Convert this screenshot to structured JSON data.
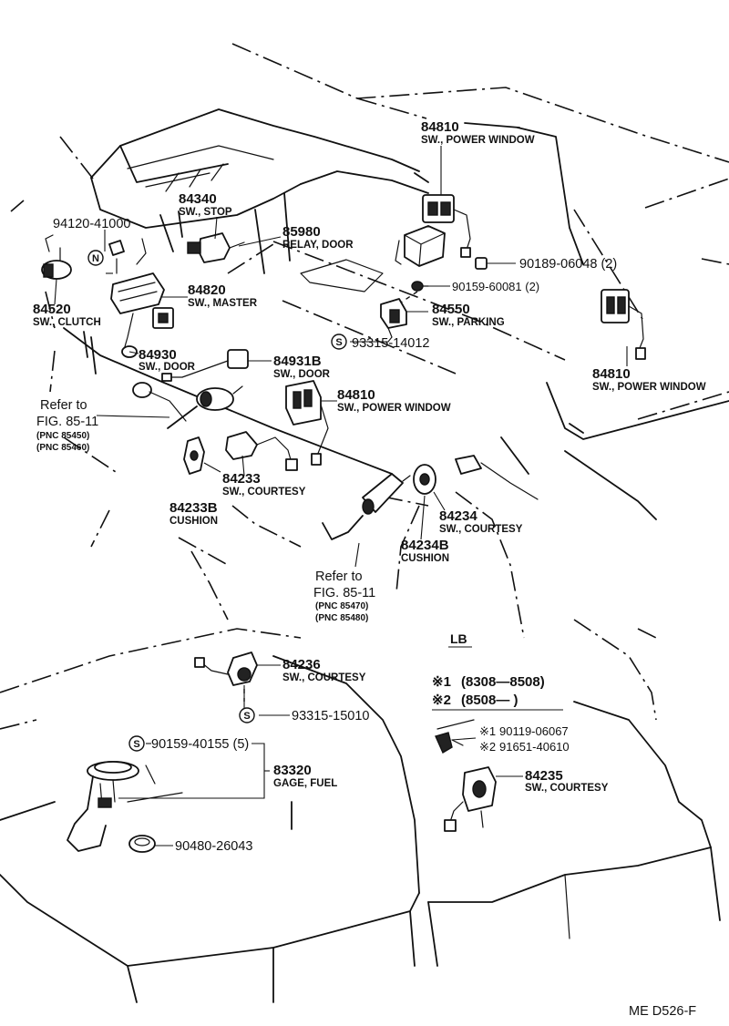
{
  "diagram_code": "ME  D526-F",
  "variant_header": "LB",
  "variants": [
    {
      "mark": "※1",
      "range": "(8308—8508)"
    },
    {
      "mark": "※2",
      "range": "(8508—          )"
    }
  ],
  "marker_s": "S",
  "marker_n": "N",
  "refs": [
    {
      "line1": "Refer to",
      "line2": "FIG. 85-11",
      "pnc1": "(PNC 85450)",
      "pnc2": "(PNC 85460)"
    },
    {
      "line1": "Refer to",
      "line2": "FIG. 85-11",
      "pnc1": "(PNC 85470)",
      "pnc2": "(PNC 85480)"
    }
  ],
  "parts": [
    {
      "num": "84810",
      "desc": "SW., POWER WINDOW"
    },
    {
      "num": "84340",
      "desc": "SW., STOP"
    },
    {
      "num": "85980",
      "desc": "RELAY, DOOR"
    },
    {
      "num": "94120-41000",
      "desc": ""
    },
    {
      "num": "90189-06048 (2)",
      "desc": ""
    },
    {
      "num": "90159-60081 (2)",
      "desc": ""
    },
    {
      "num": "84520",
      "desc": "SW., CLUTCH"
    },
    {
      "num": "84820",
      "desc": "SW., MASTER"
    },
    {
      "num": "84550",
      "desc": "SW., PARKING"
    },
    {
      "num": "93315-14012",
      "desc": ""
    },
    {
      "num": "84930",
      "desc": "SW., DOOR"
    },
    {
      "num": "84931B",
      "desc": "SW., DOOR"
    },
    {
      "num": "84810",
      "desc": "SW., POWER WINDOW"
    },
    {
      "num": "84810",
      "desc": "SW., POWER WINDOW"
    },
    {
      "num": "84233",
      "desc": "SW., COURTESY"
    },
    {
      "num": "84233B",
      "desc": "CUSHION"
    },
    {
      "num": "84234",
      "desc": "SW., COURTESY"
    },
    {
      "num": "84234B",
      "desc": "CUSHION"
    },
    {
      "num": "84236",
      "desc": "SW., COURTESY"
    },
    {
      "num": "93315-15010",
      "desc": ""
    },
    {
      "num": "90159-40155 (5)",
      "desc": ""
    },
    {
      "num": "83320",
      "desc": "GAGE, FUEL"
    },
    {
      "num": "90480-26043",
      "desc": ""
    },
    {
      "num": "84235",
      "desc": "SW., COURTESY"
    }
  ],
  "variant_parts": [
    {
      "mark": "※1",
      "num": "90119-06067"
    },
    {
      "mark": "※2",
      "num": "91651-40610"
    }
  ]
}
